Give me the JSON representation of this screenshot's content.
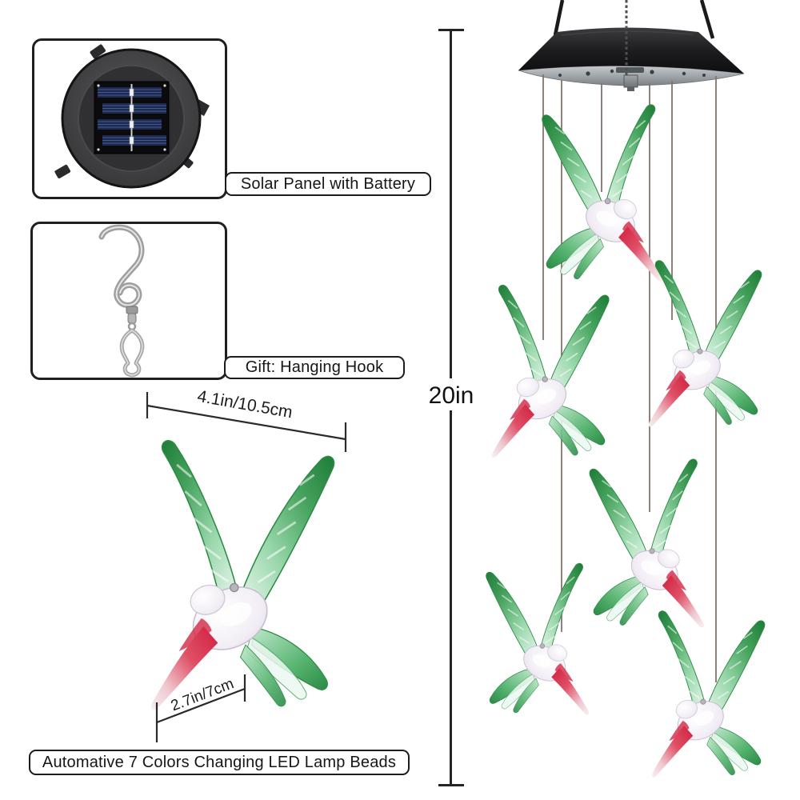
{
  "figure": {
    "background": "#ffffff",
    "callouts": {
      "solar_panel_label": "Solar Panel with Battery",
      "hook_label": "Gift: Hanging Hook",
      "led_label": "Automative 7 Colors Changing LED Lamp Beads"
    },
    "measurements": {
      "chime_height": "20in",
      "wingspan": "4.1in/10.5cm",
      "beak_to_tail": "2.7in/7cm"
    },
    "images": {
      "solar_panel": "round-black-solar-panel-with-battery",
      "hook": "silver-swivel-s-hook-with-clip",
      "hummingbird_large": "clear-acrylic-hummingbird-with-green-wings",
      "wind_chime": "black-cone-solar-top-with-six-hanging-hummingbirds"
    },
    "colors": {
      "outline": "#1f1f1f",
      "wing_green_dark": "#1e7c38",
      "wing_green_light": "#9ad8ac",
      "beak_red": "#cf1f3e",
      "cone_black": "#141416",
      "wire": "#84736c",
      "solar_cell_blue": "#1d2a52"
    },
    "bird_count_in_chime": 6
  }
}
